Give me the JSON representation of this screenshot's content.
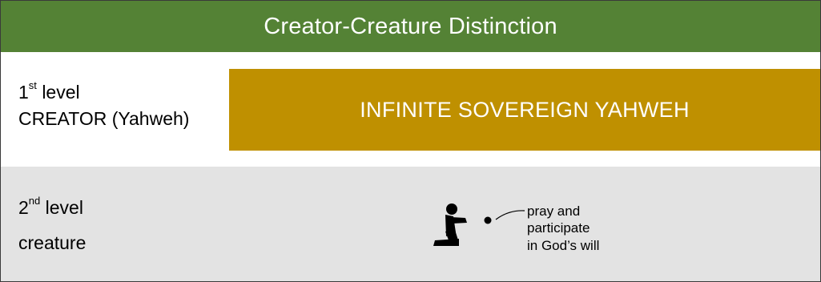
{
  "header": {
    "title": "Creator-Creature Distinction"
  },
  "levels": [
    {
      "number": "1",
      "ordinal_suffix": "st",
      "level_word": "level",
      "name": "CREATOR (Yahweh)",
      "box_text": "INFINITE SOVEREIGN YAHWEH"
    },
    {
      "number": "2",
      "ordinal_suffix": "nd",
      "level_word": "level",
      "name": "creature",
      "figure_icon": "kneeling-praying-person-icon",
      "caption": "pray and\nparticipate\nin God’s will"
    }
  ],
  "colors": {
    "header_bg": "#548235",
    "creator_box_bg": "#bf9000",
    "creature_row_bg": "#e3e3e3"
  }
}
